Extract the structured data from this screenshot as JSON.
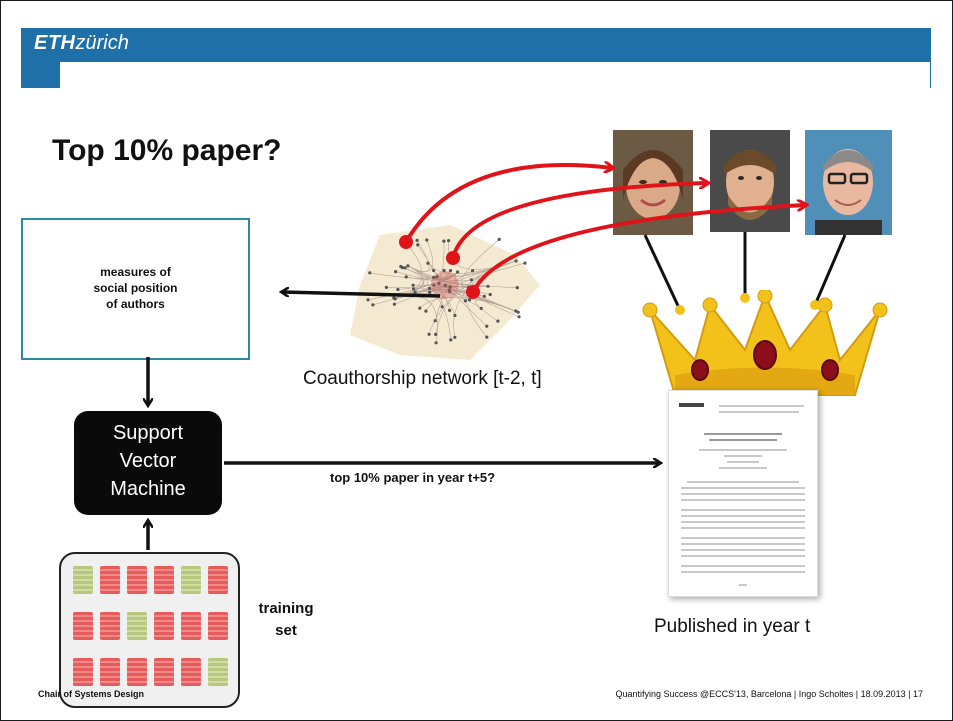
{
  "header": {
    "logo_bold": "ETH",
    "logo_rest": "zürich"
  },
  "title": "Top 10% paper?",
  "measures_box": {
    "text": "measures of\nsocial position\n of authors"
  },
  "svm": {
    "text": "Support\nVector\nMachine"
  },
  "training": {
    "label": "training\nset",
    "rows": [
      [
        "green",
        "red",
        "red",
        "red",
        "green",
        "red"
      ],
      [
        "red",
        "red",
        "green",
        "red",
        "red",
        "red"
      ],
      [
        "red",
        "red",
        "red",
        "red",
        "red",
        "green"
      ]
    ]
  },
  "arrow_label": "top 10% paper in year t+5?",
  "network_label": "Coauthorship network [t-2, t]",
  "published_label": "Published in year t",
  "footer": {
    "left": "Chair of Systems Design",
    "right": "Quantifying Success @ECCS'13, Barcelona   |   Ingo Scholtes   |   18.09.2013   |  17"
  },
  "colors": {
    "header": "#1f6fa8",
    "box_border": "#2d8a9e",
    "arrow_red": "#e0121a",
    "crown": "#f2c21b"
  }
}
